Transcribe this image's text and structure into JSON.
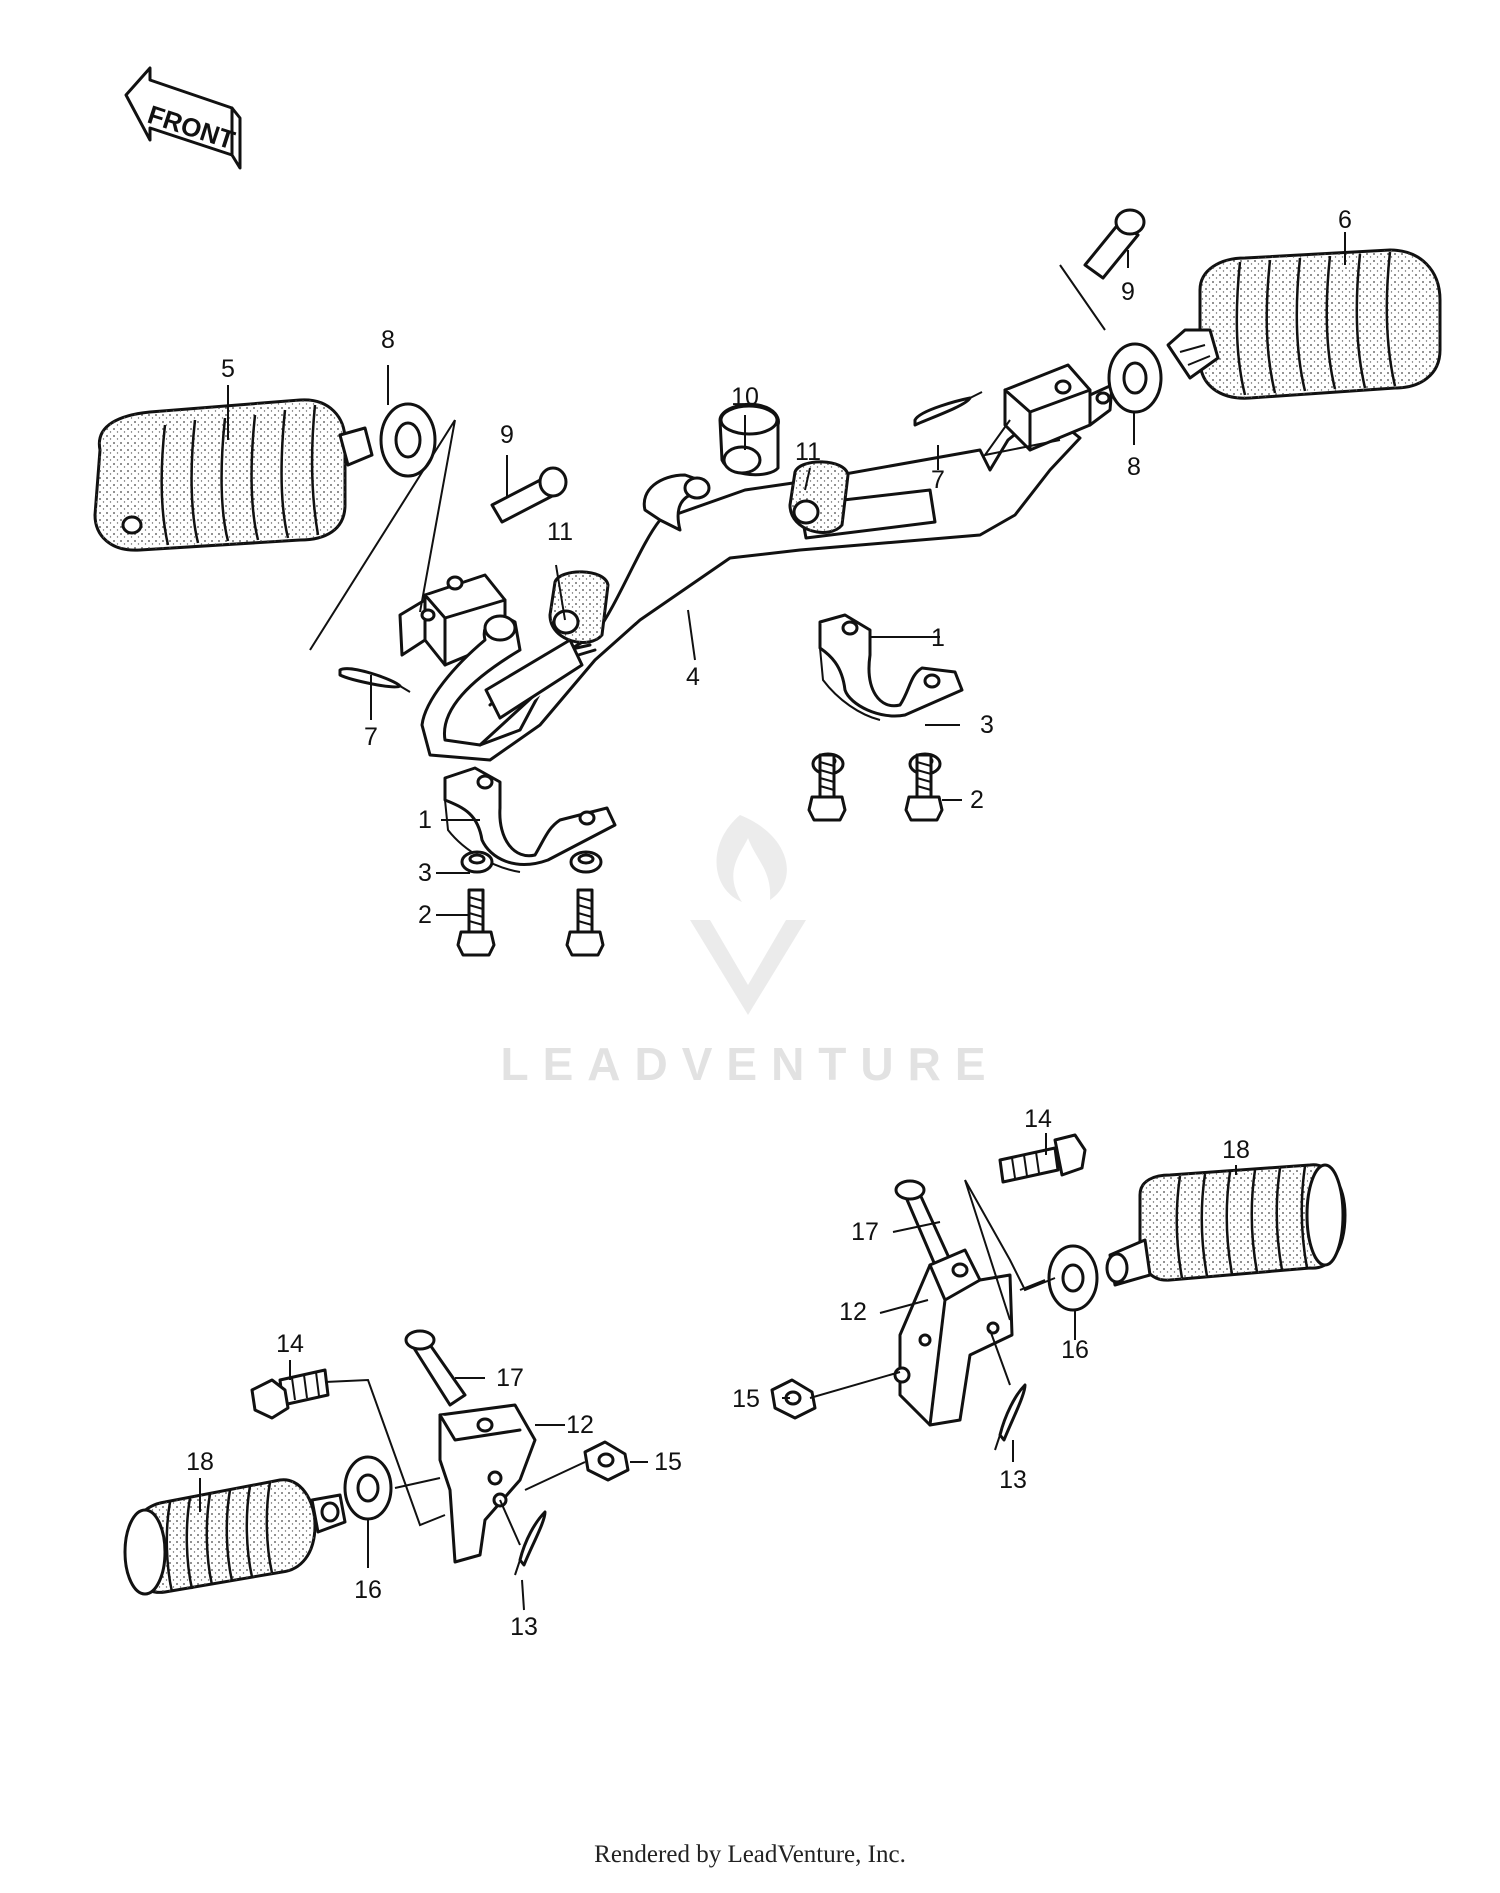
{
  "front_arrow": {
    "label": "FRONT"
  },
  "watermark": {
    "text": "LEADVENTURE"
  },
  "footer": {
    "credit": "Rendered by LeadVenture, Inc."
  },
  "callouts": {
    "n1": "1",
    "n2": "2",
    "n3": "3",
    "n4": "4",
    "n5": "5",
    "n6": "6",
    "n7": "7",
    "n8": "8",
    "n9": "9",
    "n10": "10",
    "n11": "11",
    "n12": "12",
    "n13": "13",
    "n14": "14",
    "n15": "15",
    "n16": "16",
    "n17": "17",
    "n18": "18"
  },
  "colors": {
    "ink": "#111111",
    "watermark": "#e2e2e2",
    "background": "#ffffff"
  }
}
